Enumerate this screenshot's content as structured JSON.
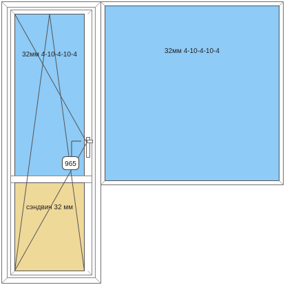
{
  "door": {
    "glass_label": "32мм 4-10-4-10-4",
    "panel_label": "сэндвич 32 мм",
    "opening_badge": "965"
  },
  "window": {
    "glass_label": "32мм 4-10-4-10-4"
  },
  "colors": {
    "glass": "#8ecbf6",
    "panel": "#efd999",
    "frame": "#ffffff",
    "frame_stroke": "#707070",
    "opening_lines": "#555555"
  }
}
